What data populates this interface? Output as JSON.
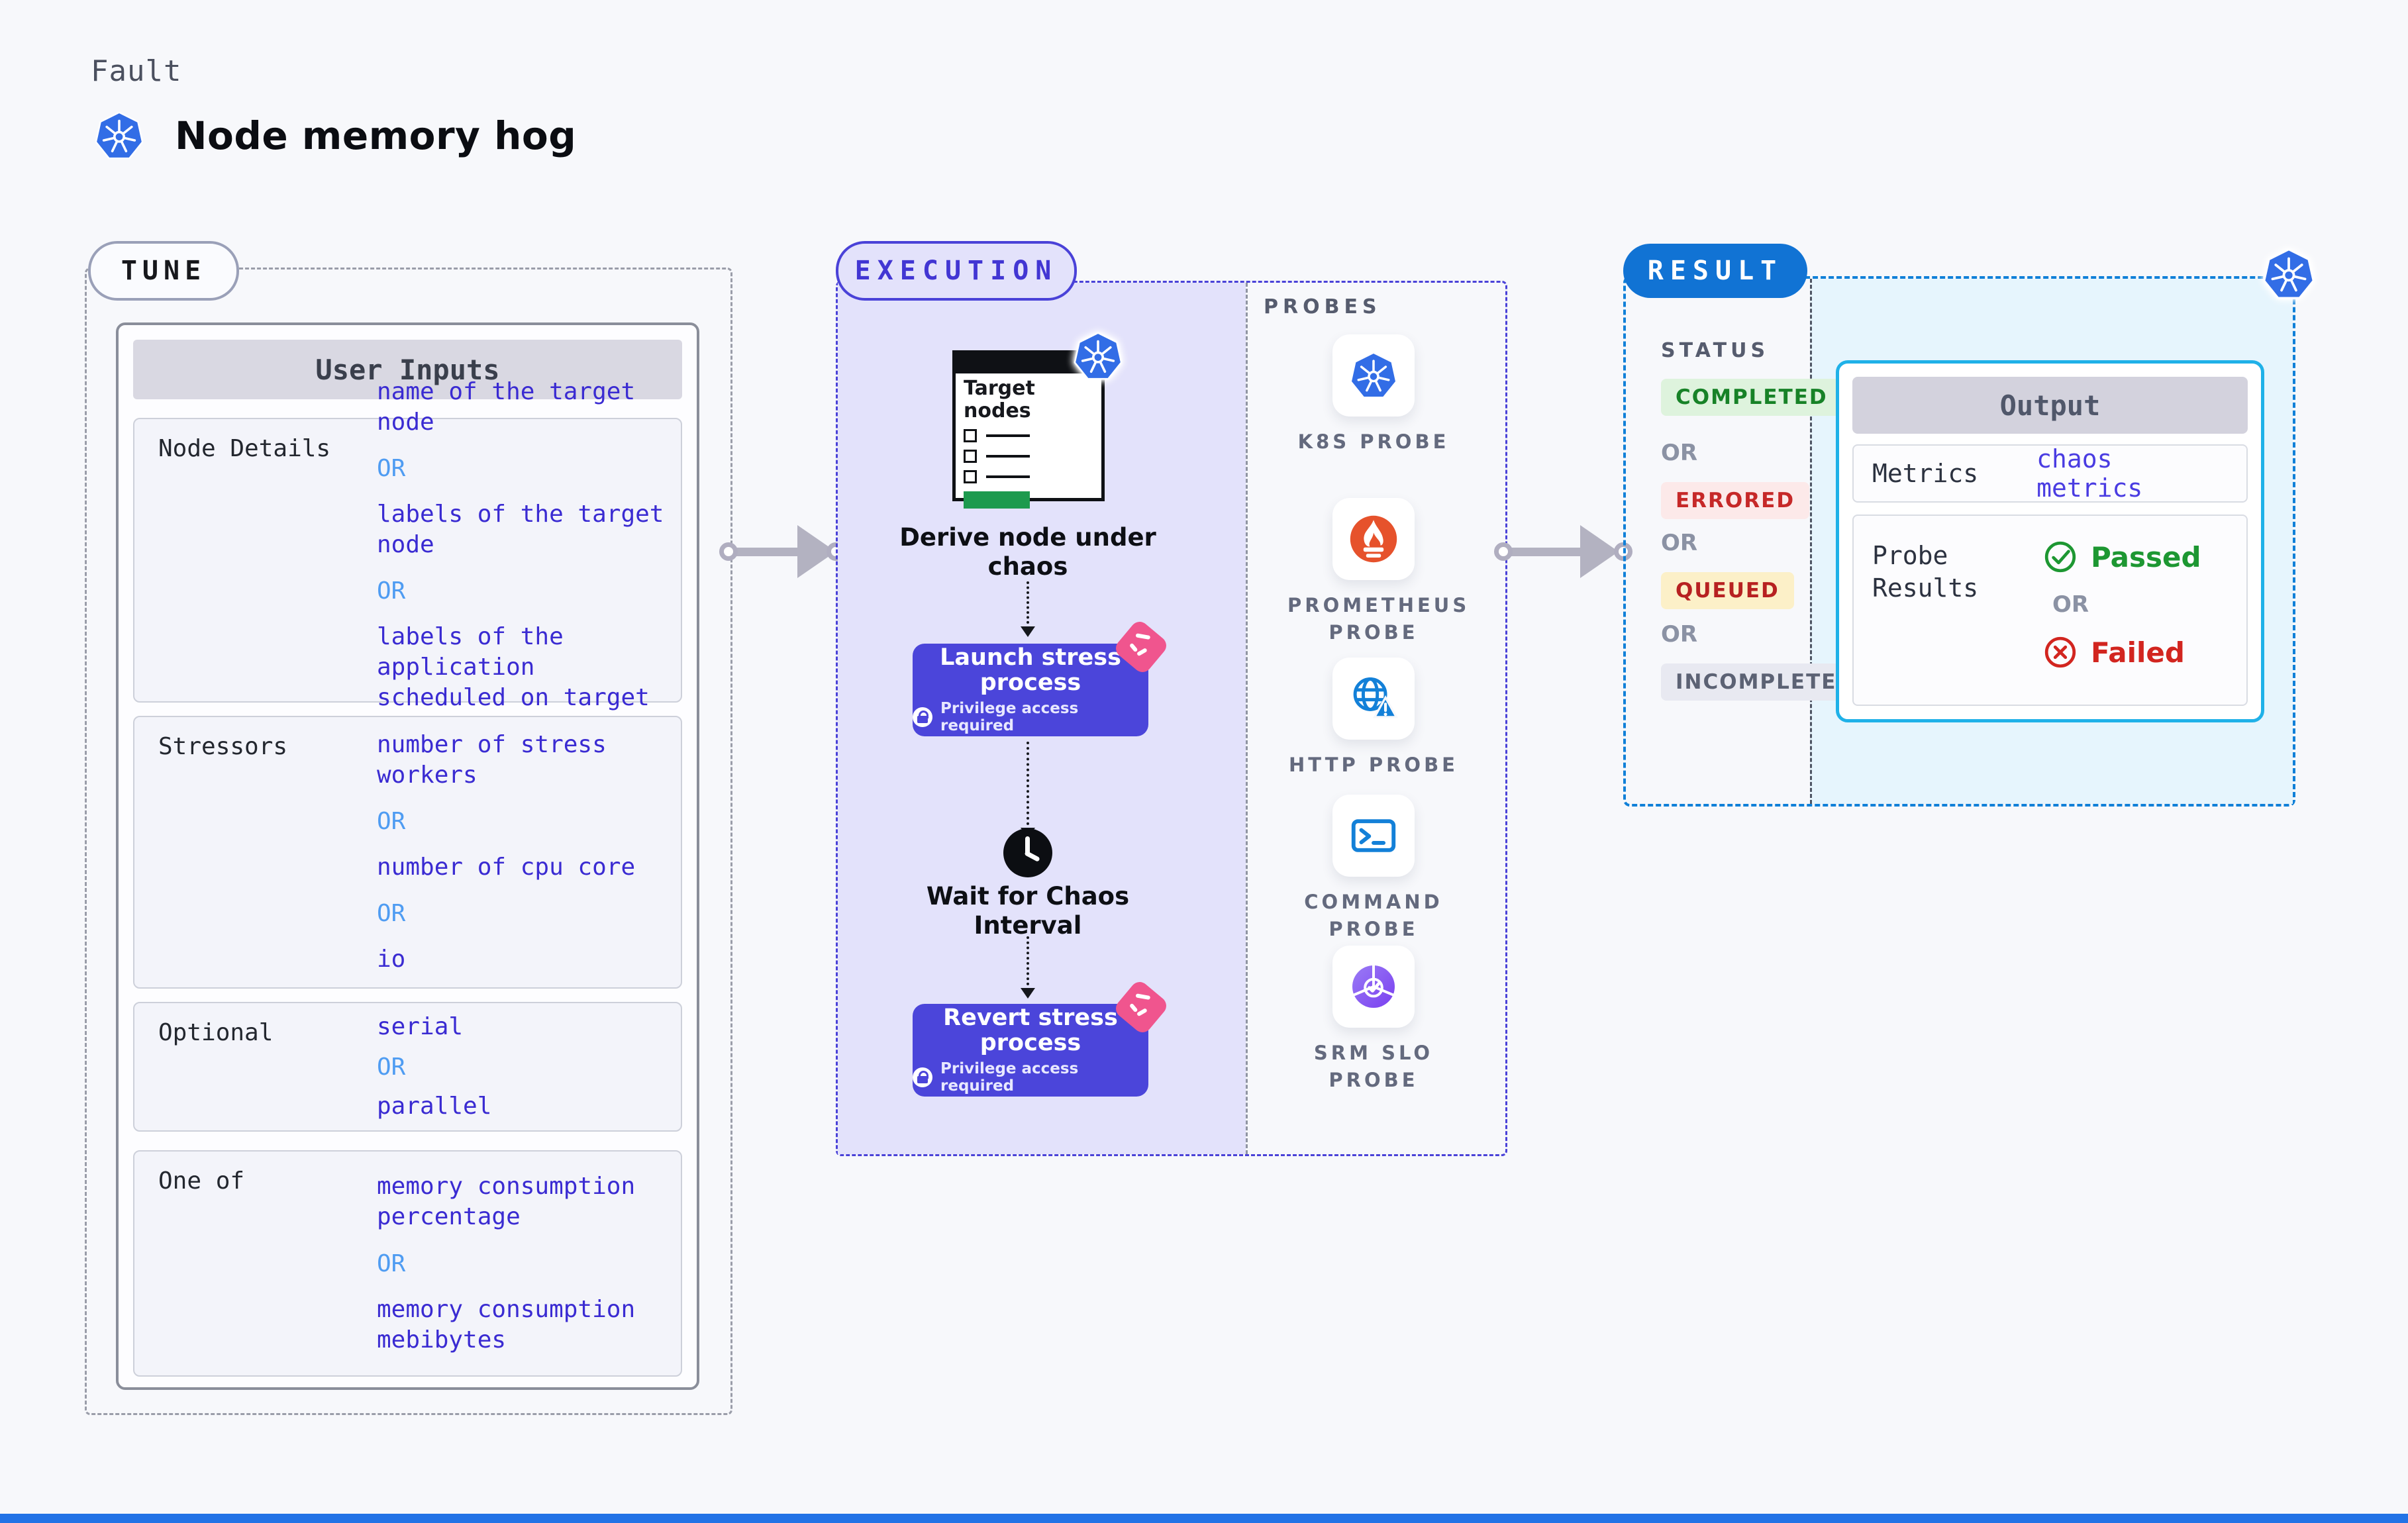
{
  "page": {
    "fault_label": "Fault",
    "title": "Node memory hog"
  },
  "common": {
    "or": "OR"
  },
  "colors": {
    "accent_indigo": "#4a42d8",
    "value_blue": "#3a2bd2",
    "or_light_blue": "#4f9cf2",
    "button_purple": "#4b45da",
    "litmus_pink": "#f0558e",
    "result_pill_blue": "#1173d4",
    "result_border_blue": "#1080d8",
    "result_cyan_bg": "#e6f5fd",
    "output_border_cyan": "#1fb1e8",
    "passed_green": "#1d9732",
    "failed_red": "#d2251f",
    "k8s_blue": "#326de6",
    "prometheus_orange": "#e6522c",
    "target_green": "#1d9a4e"
  },
  "tune": {
    "badge": "TUNE",
    "table_title": "User Inputs",
    "rows": [
      {
        "label": "Node Details",
        "values": [
          "name of the target node",
          "labels of the target node",
          "labels of the application scheduled on target node"
        ]
      },
      {
        "label": "Stressors",
        "values": [
          "number of stress workers",
          "number of cpu core",
          "io"
        ]
      },
      {
        "label": "Optional",
        "values": [
          "serial",
          "parallel"
        ]
      },
      {
        "label": "One of",
        "values": [
          "memory consumption percentage",
          "memory consumption mebibytes"
        ]
      }
    ]
  },
  "execution": {
    "badge": "EXECUTION",
    "target_card_title": "Target nodes",
    "derive_label": "Derive node under chaos",
    "launch_button": {
      "label": "Launch stress process",
      "privilege": "Privilege access required"
    },
    "wait_label": "Wait for Chaos Interval",
    "revert_button": {
      "label": "Revert stress process",
      "privilege": "Privilege access required"
    }
  },
  "probes": {
    "title": "PROBES",
    "items": [
      {
        "label": "K8S PROBE",
        "icon": "kubernetes-icon"
      },
      {
        "label": "PROMETHEUS PROBE",
        "icon": "prometheus-icon"
      },
      {
        "label": "HTTP PROBE",
        "icon": "globe-warning-icon"
      },
      {
        "label": "COMMAND PROBE",
        "icon": "terminal-icon"
      },
      {
        "label": "SRM SLO PROBE",
        "icon": "slo-pie-check-icon"
      }
    ]
  },
  "result": {
    "badge": "RESULT",
    "status_title": "STATUS",
    "statuses": [
      {
        "label": "COMPLETED",
        "bg": "#def3dd",
        "color": "#178227"
      },
      {
        "label": "ERRORED",
        "bg": "#fce9e9",
        "color": "#c62828"
      },
      {
        "label": "QUEUED",
        "bg": "#fcf0c8",
        "color": "#b72121"
      },
      {
        "label": "INCOMPLETED",
        "bg": "#e8e9f1",
        "color": "#5c6274"
      }
    ],
    "output": {
      "title": "Output",
      "metrics_label": "Metrics",
      "metrics_value": "chaos metrics",
      "probe_results_label": "Probe Results",
      "passed": "Passed",
      "failed": "Failed"
    }
  }
}
